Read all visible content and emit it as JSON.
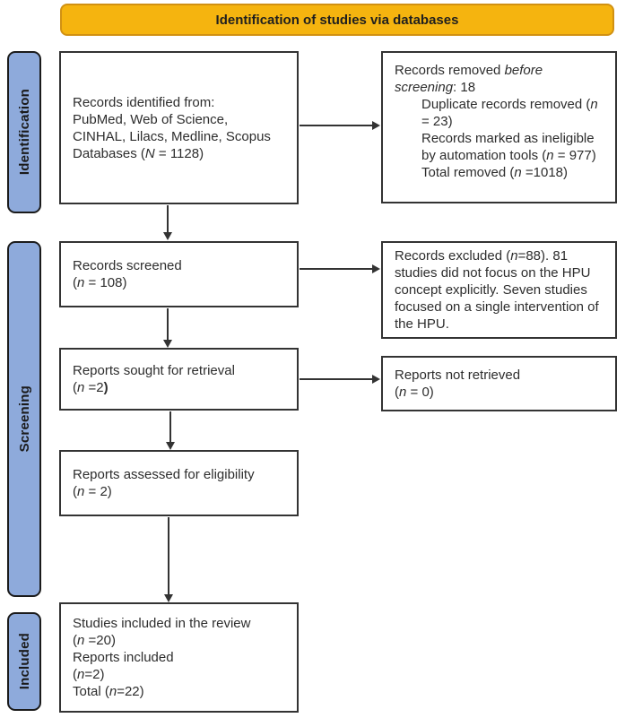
{
  "title": "PRISMA flow diagram",
  "colors": {
    "header_fill": "#F5B40F",
    "header_border": "#D19112",
    "stage_fill": "#8EAADB",
    "box_border": "#333333",
    "arrow_color": "#333333"
  },
  "header": {
    "title": "Identification of studies via databases"
  },
  "stages": [
    {
      "label": "Identification"
    },
    {
      "label": "Screening"
    },
    {
      "label": "Included"
    }
  ],
  "boxes": {
    "records_identified": {
      "lines": [
        {
          "runs": [
            {
              "t": "Records identified from:"
            }
          ]
        },
        {
          "runs": [
            {
              "t": "PubMed, Web of Science,"
            }
          ]
        },
        {
          "runs": [
            {
              "t": "CINHAL, Lilacs, Medline, Scopus"
            }
          ]
        },
        {
          "runs": [
            {
              "t": "Databases ("
            },
            {
              "t": "N",
              "i": true
            },
            {
              "t": " = 1128)"
            }
          ]
        }
      ]
    },
    "records_removed": {
      "lines": [
        {
          "runs": [
            {
              "t": "Records removed "
            },
            {
              "t": "before",
              "i": true
            }
          ]
        },
        {
          "runs": [
            {
              "t": "screening",
              "i": true
            },
            {
              "t": ": 18"
            }
          ]
        },
        {
          "indent": true,
          "runs": [
            {
              "t": "Duplicate records removed ("
            },
            {
              "t": "n",
              "i": true
            }
          ]
        },
        {
          "indent": true,
          "runs": [
            {
              "t": "= 23)"
            }
          ]
        },
        {
          "indent": true,
          "runs": [
            {
              "t": "Records marked as ineligible"
            }
          ]
        },
        {
          "indent": true,
          "runs": [
            {
              "t": "by automation tools ("
            },
            {
              "t": "n",
              "i": true
            },
            {
              "t": " = 977)"
            }
          ]
        },
        {
          "indent": true,
          "runs": [
            {
              "t": "Total removed ("
            },
            {
              "t": "n",
              "i": true
            },
            {
              "t": " =1018)"
            }
          ]
        }
      ]
    },
    "records_screened": {
      "lines": [
        {
          "runs": [
            {
              "t": "Records screened"
            }
          ]
        },
        {
          "runs": [
            {
              "t": "("
            },
            {
              "t": "n",
              "i": true
            },
            {
              "t": " = 108)"
            }
          ]
        }
      ]
    },
    "records_excluded": {
      "lines": [
        {
          "runs": [
            {
              "t": "Records excluded ("
            },
            {
              "t": "n",
              "i": true
            },
            {
              "t": "=88). 81"
            }
          ]
        },
        {
          "runs": [
            {
              "t": "studies did not focus on the HPU"
            }
          ]
        },
        {
          "runs": [
            {
              "t": "concept explicitly. Seven studies"
            }
          ]
        },
        {
          "runs": [
            {
              "t": "focused on a single intervention of"
            }
          ]
        },
        {
          "runs": [
            {
              "t": "the HPU."
            }
          ]
        }
      ]
    },
    "reports_sought": {
      "lines": [
        {
          "runs": [
            {
              "t": "Reports sought for retrieval"
            }
          ]
        },
        {
          "runs": [
            {
              "t": "("
            },
            {
              "t": "n",
              "i": true
            },
            {
              "t": " =2"
            },
            {
              "t": ")",
              "b": true
            }
          ]
        }
      ]
    },
    "reports_not_retrieved": {
      "lines": [
        {
          "runs": [
            {
              "t": "Reports not retrieved"
            }
          ]
        },
        {
          "runs": [
            {
              "t": "("
            },
            {
              "t": "n",
              "i": true
            },
            {
              "t": " = 0)"
            }
          ]
        }
      ]
    },
    "reports_assessed": {
      "lines": [
        {
          "runs": [
            {
              "t": "Reports assessed for eligibility"
            }
          ]
        },
        {
          "runs": [
            {
              "t": "("
            },
            {
              "t": "n",
              "i": true
            },
            {
              "t": " = 2)"
            }
          ]
        }
      ]
    },
    "studies_included": {
      "lines": [
        {
          "runs": [
            {
              "t": "Studies included in the review"
            }
          ]
        },
        {
          "runs": [
            {
              "t": "("
            },
            {
              "t": "n",
              "i": true
            },
            {
              "t": " =20)"
            }
          ]
        },
        {
          "runs": [
            {
              "t": "Reports included"
            }
          ]
        },
        {
          "runs": [
            {
              "t": "("
            },
            {
              "t": "n",
              "i": true
            },
            {
              "t": "=2)"
            }
          ]
        },
        {
          "runs": [
            {
              "t": "Total ("
            },
            {
              "t": "n",
              "i": true
            },
            {
              "t": "=22)"
            }
          ]
        }
      ]
    }
  }
}
